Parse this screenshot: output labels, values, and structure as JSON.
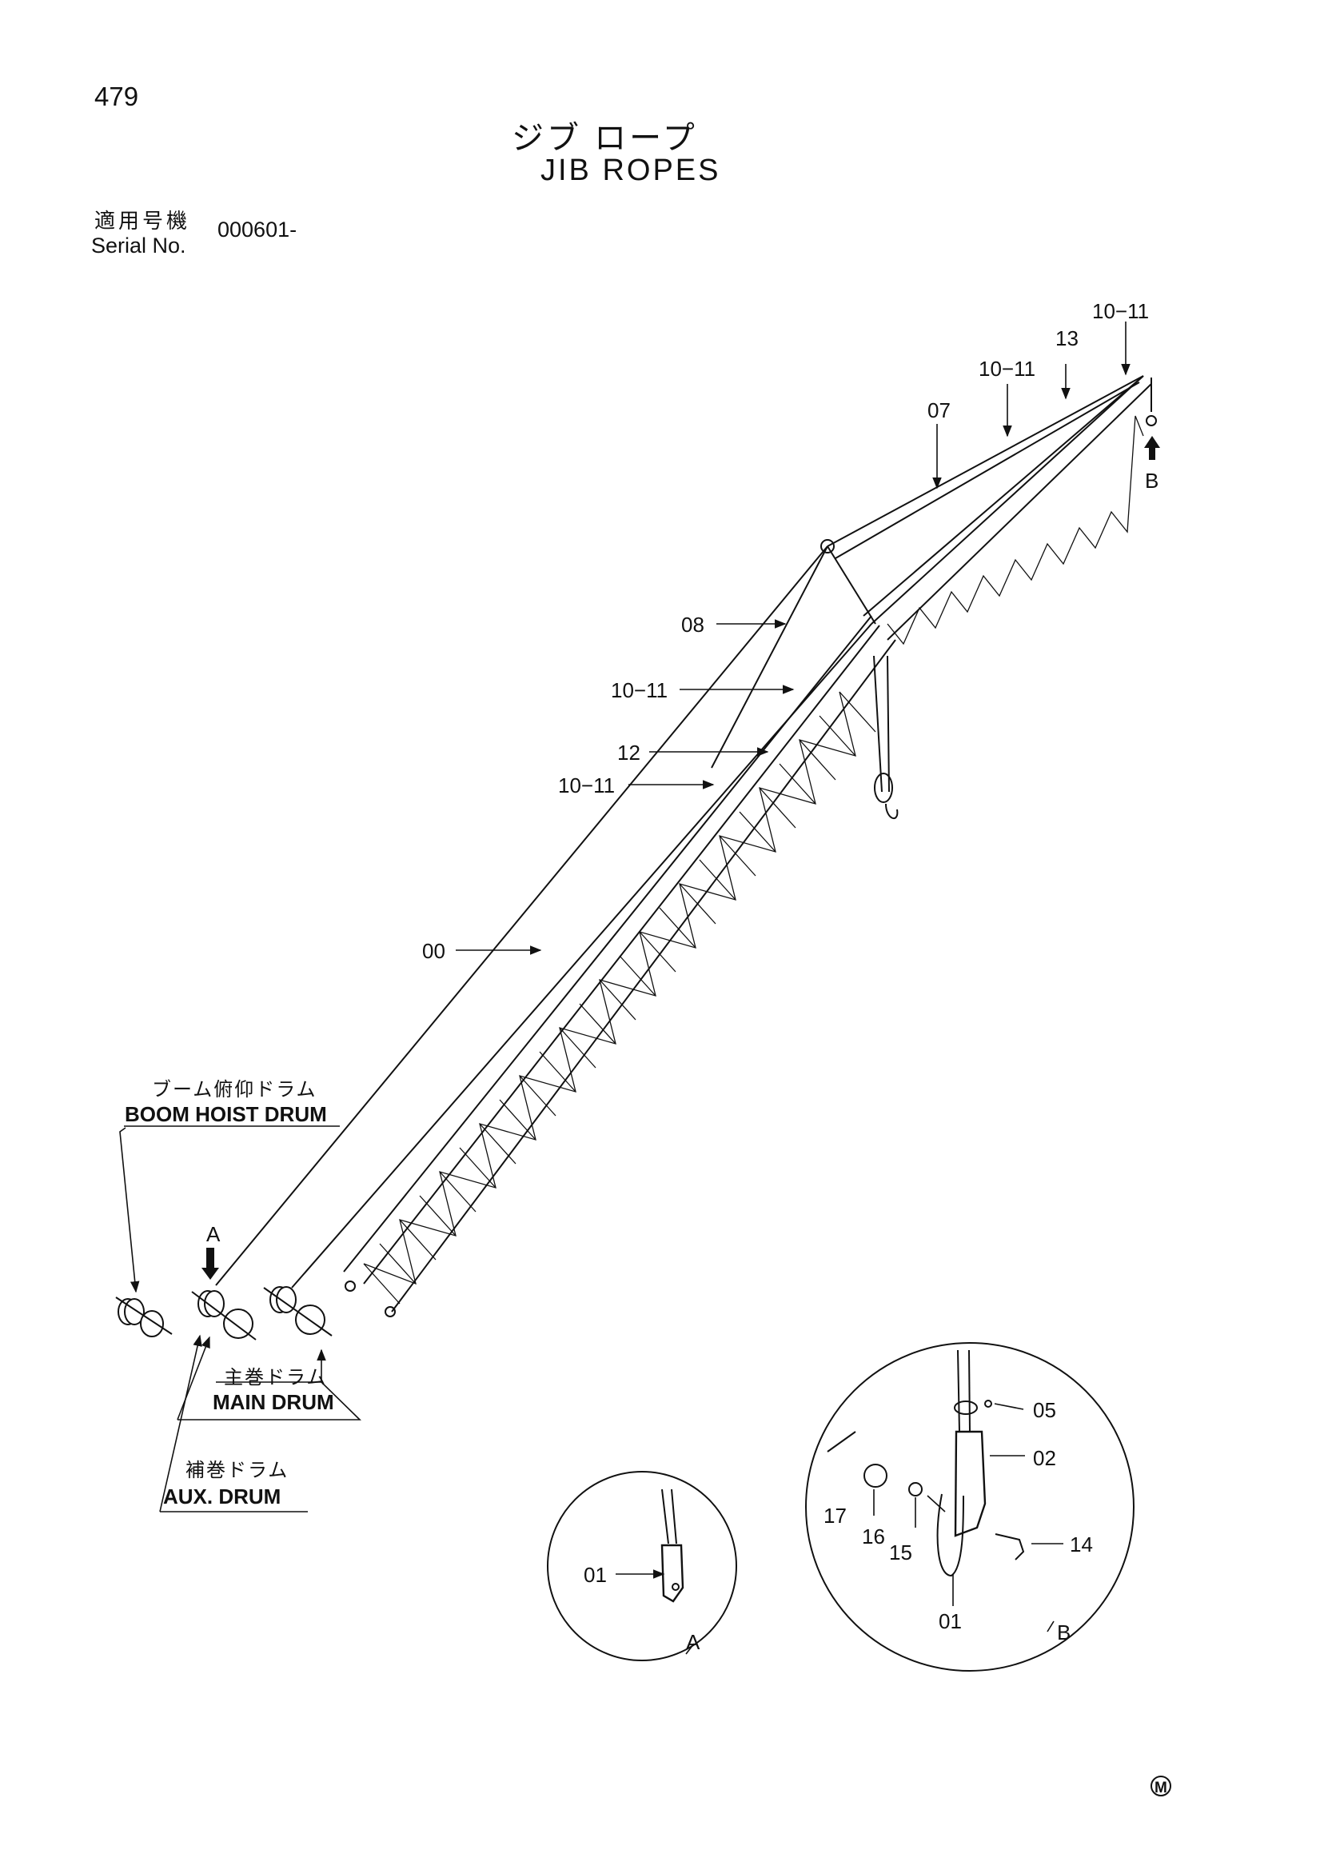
{
  "page": {
    "number": "479",
    "mark": "M"
  },
  "title": {
    "ja": "ジブ ロープ",
    "en": "JIB ROPES"
  },
  "serial": {
    "label_ja": "適用号機",
    "label_en": "Serial No.",
    "value": "000601-"
  },
  "callouts": {
    "boom_hoist_drum": {
      "ja": "ブーム俯仰ドラム",
      "en": "BOOM HOIST DRUM"
    },
    "main_drum": {
      "ja": "主巻ドラム",
      "en": "MAIN DRUM"
    },
    "aux_drum": {
      "ja": "補巻ドラム",
      "en": "AUX. DRUM"
    }
  },
  "view_marks": {
    "a": "A",
    "b": "B"
  },
  "part_labels": [
    "10−11",
    "13",
    "10−11",
    "07",
    "08",
    "10−11",
    "12",
    "10−11",
    "00",
    "05",
    "02",
    "17",
    "16",
    "15",
    "14",
    "01",
    "01"
  ],
  "detail_views": {
    "a": "A",
    "b": "B"
  }
}
